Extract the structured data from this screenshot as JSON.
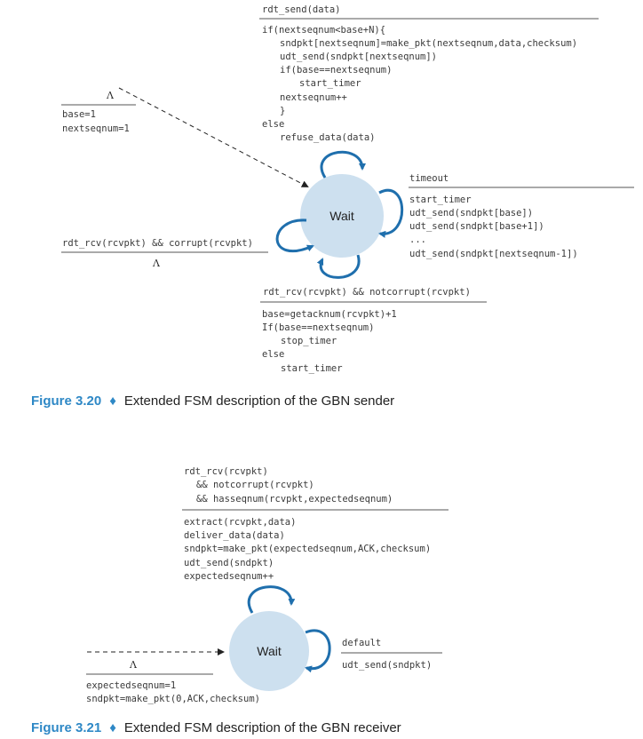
{
  "sender": {
    "state": "Wait",
    "init": {
      "event": "Λ",
      "actions": [
        "base=1",
        "nextseqnum=1"
      ]
    },
    "send": {
      "event": "rdt_send(data)",
      "actions": [
        "if(nextseqnum<base+N){",
        "sndpkt[nextseqnum]=make_pkt(nextseqnum,data,checksum)",
        "udt_send(sndpkt[nextseqnum])",
        "if(base==nextseqnum)",
        "start_timer",
        "nextseqnum++",
        "}",
        "else",
        "refuse_data(data)"
      ]
    },
    "timeout": {
      "event": "timeout",
      "actions": [
        "start_timer",
        "udt_send(sndpkt[base])",
        "udt_send(sndpkt[base+1])",
        "...",
        "udt_send(sndpkt[nextseqnum-1])"
      ]
    },
    "corrupt": {
      "event": "rdt_rcv(rcvpkt) && corrupt(rcvpkt)",
      "action": "Λ"
    },
    "ack": {
      "event": "rdt_rcv(rcvpkt) && notcorrupt(rcvpkt)",
      "actions": [
        "base=getacknum(rcvpkt)+1",
        "If(base==nextseqnum)",
        "stop_timer",
        "else",
        "start_timer"
      ]
    },
    "caption": {
      "label": "Figure 3.20",
      "sep": "♦",
      "text": "Extended FSM description of the GBN sender"
    }
  },
  "receiver": {
    "state": "Wait",
    "rcv": {
      "event": [
        "rdt_rcv(rcvpkt)",
        "&& notcorrupt(rcvpkt)",
        "&& hasseqnum(rcvpkt,expectedseqnum)"
      ],
      "actions": [
        "extract(rcvpkt,data)",
        "deliver_data(data)",
        "sndpkt=make_pkt(expectedseqnum,ACK,checksum)",
        "udt_send(sndpkt)",
        "expectedseqnum++"
      ]
    },
    "default": {
      "event": "default",
      "action": "udt_send(sndpkt)"
    },
    "init": {
      "event": "Λ",
      "actions": [
        "expectedseqnum=1",
        "sndpkt=make_pkt(0,ACK,checksum)"
      ]
    },
    "caption": {
      "label": "Figure 3.21",
      "sep": "♦",
      "text": "Extended FSM description of the GBN receiver"
    }
  }
}
